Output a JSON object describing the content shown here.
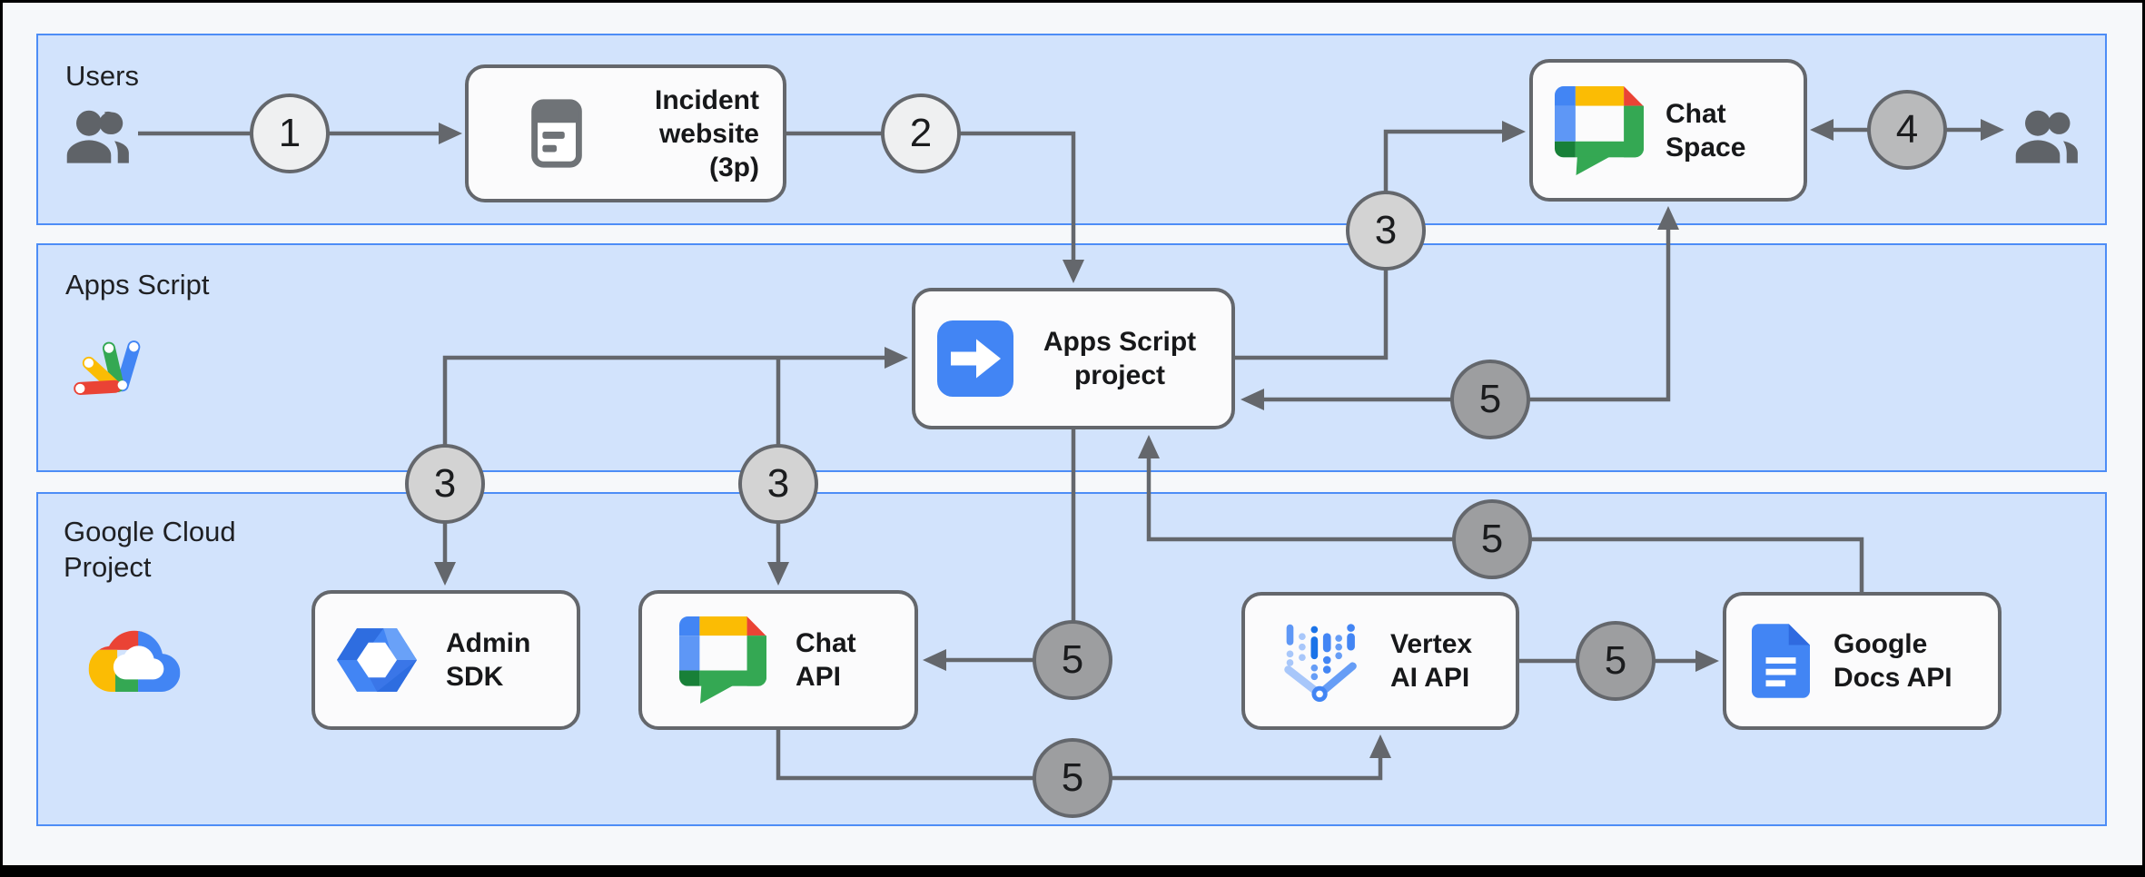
{
  "bands": {
    "users": {
      "label": "Users"
    },
    "apps_script": {
      "label": "Apps Script"
    },
    "google_cloud": {
      "label": "Google Cloud Project"
    }
  },
  "nodes": {
    "incident_website": {
      "line1": "Incident",
      "line2": "website",
      "line3": "(3p)",
      "icon": "webpage-icon"
    },
    "chat_space": {
      "line1": "Chat",
      "line2": "Space",
      "icon": "google-chat-logo"
    },
    "apps_script_project": {
      "line1": "Apps Script",
      "line2": "project",
      "icon": "apps-script-arrow-icon"
    },
    "admin_sdk": {
      "line1": "Admin",
      "line2": "SDK",
      "icon": "admin-sdk-icon"
    },
    "chat_api": {
      "line1": "Chat",
      "line2": "API",
      "icon": "google-chat-logo"
    },
    "vertex_ai_api": {
      "line1": "Vertex",
      "line2": "AI API",
      "icon": "vertex-ai-icon"
    },
    "google_docs_api": {
      "line1": "Google",
      "line2": "Docs API",
      "icon": "google-docs-icon"
    }
  },
  "steps": {
    "1": "1",
    "2": "2",
    "3": "3",
    "4": "4",
    "5": "5"
  },
  "icons": {
    "left_actor": "users-icon",
    "right_actor": "users-icon",
    "band_apps_script": "apps-script-logo",
    "band_google_cloud": "google-cloud-logo"
  },
  "colors": {
    "band_fill": "#d2e3fc",
    "band_border": "#4d8df6",
    "node_fill": "#fbfbfc",
    "line_gray": "#64676c",
    "step_1_2_fill": "#eff0f1",
    "step_3_fill": "#d3d3d3",
    "step_4_fill": "#b9babb",
    "step_5_fill": "#9d9ea0",
    "google_blue": "#4285f4",
    "google_red": "#ea4335",
    "google_yellow": "#fbbc04",
    "google_green": "#34a853"
  }
}
